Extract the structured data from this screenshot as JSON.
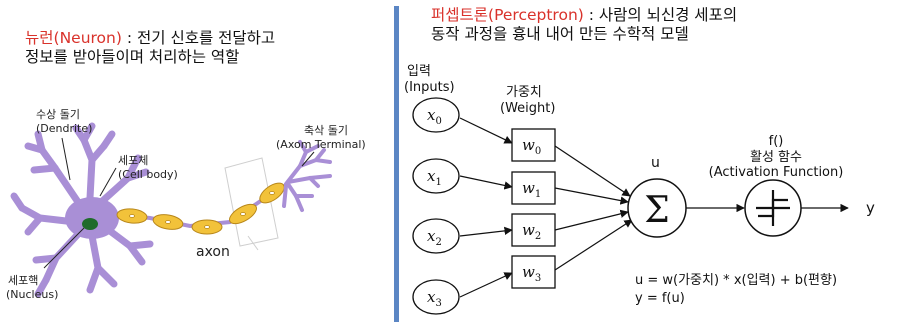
{
  "neuron_panel": {
    "heading_term": "뉴런(Neuron)",
    "heading_rest_line1": " : 전기 신호를 전달하고",
    "heading_line2": "정보를 받아들이며 처리하는 역할",
    "labels": {
      "dendrite_ko": "수상 돌기",
      "dendrite_en": "(Dendrite)",
      "cellbody_ko": "세포체",
      "cellbody_en": "(Cell body)",
      "axon_terminal_ko": "축삭 돌기",
      "axon_terminal_en": "(Axom Terminal)",
      "nucleus_ko": "세포핵",
      "nucleus_en": "(Nucleus)",
      "axon": "axon"
    },
    "colors": {
      "neuron": "#a98fd6",
      "nucleus": "#1f6b2b",
      "myelin": "#f2c23a"
    }
  },
  "perceptron_panel": {
    "heading_term": "퍼셉트론(Perceptron)",
    "heading_rest_line1": " : 사람의 뇌신경 세포의",
    "heading_line2": "동작 과정을 흉내 내어 만든 수학적 모델",
    "inputs_ko": "입력",
    "inputs_en": "(Inputs)",
    "weight_ko": "가중치",
    "weight_en": "(Weight)",
    "inputs": [
      {
        "base": "x",
        "sub": "0"
      },
      {
        "base": "x",
        "sub": "1"
      },
      {
        "base": "x",
        "sub": "2"
      },
      {
        "base": "x",
        "sub": "3"
      }
    ],
    "weights": [
      {
        "base": "w",
        "sub": "0"
      },
      {
        "base": "w",
        "sub": "1"
      },
      {
        "base": "w",
        "sub": "2"
      },
      {
        "base": "w",
        "sub": "3"
      }
    ],
    "sum_symbol": "Σ",
    "sum_label": "u",
    "activation_name": "f()",
    "activation_ko": "활성 함수",
    "activation_en": "(Activation Function)",
    "output": "y",
    "formula_line1": "u = w(가중치) * x(입력) + b(편향)",
    "formula_line2": "y = f(u)"
  },
  "colors": {
    "divider": "#5b86c4",
    "term": "#d9322b"
  }
}
